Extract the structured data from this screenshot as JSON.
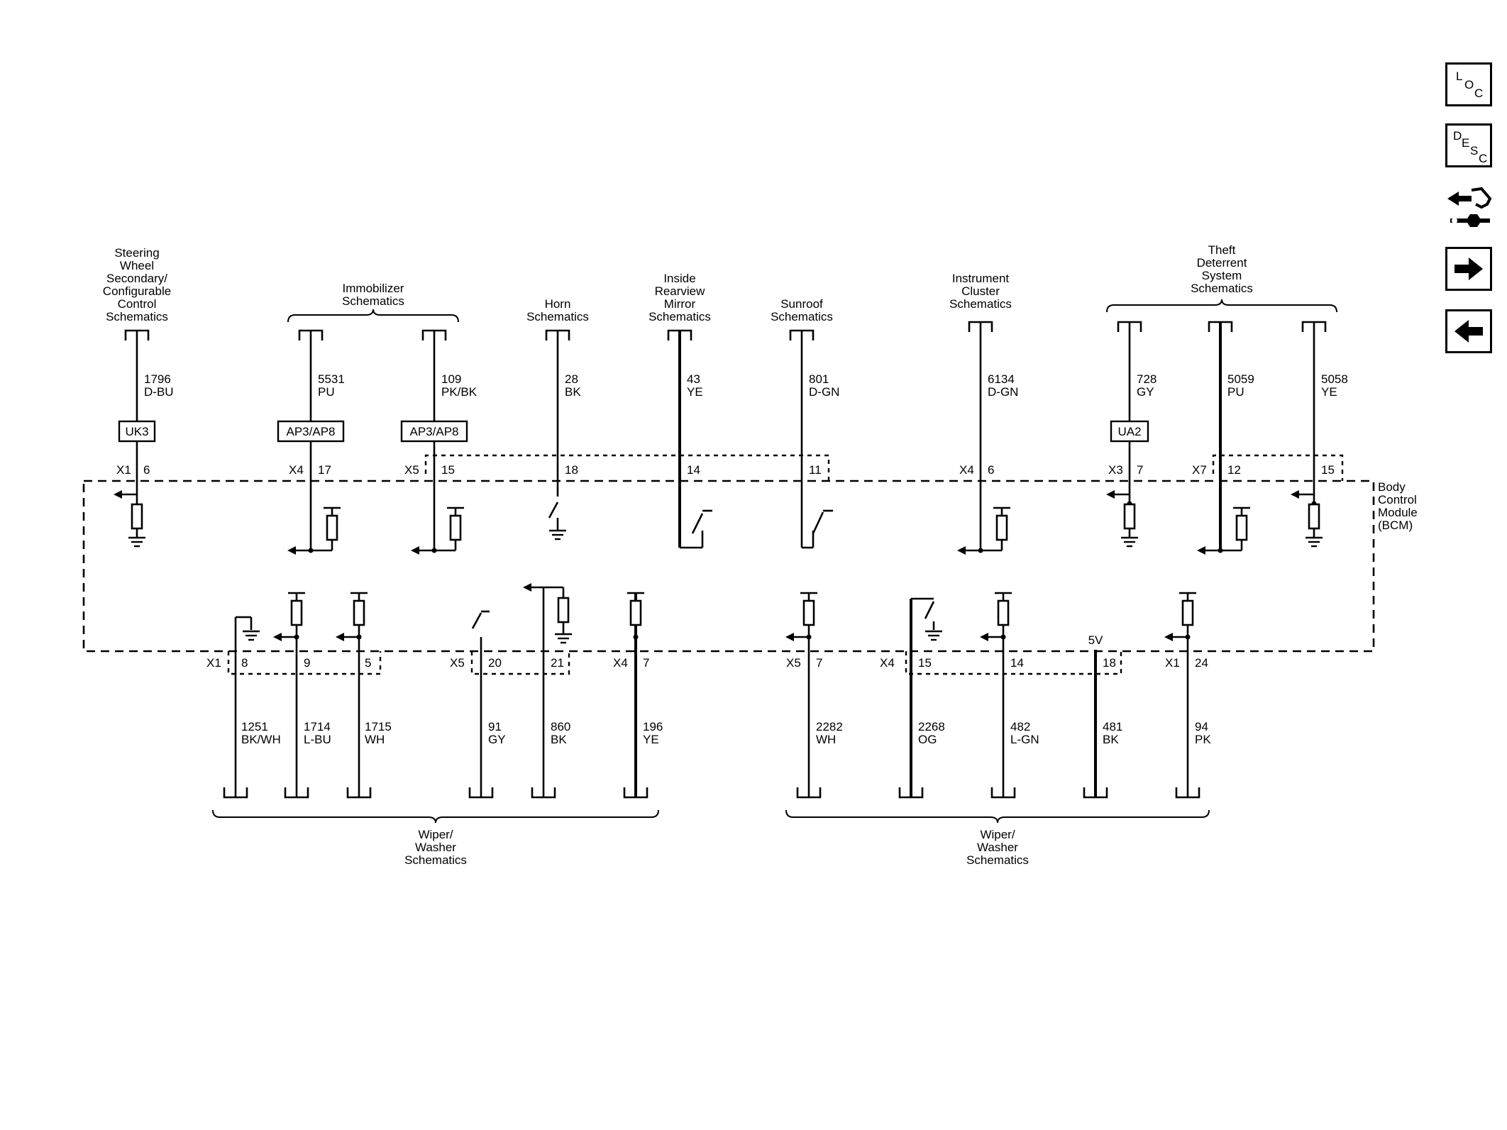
{
  "nav": {
    "loc": [
      "L",
      "O",
      "C"
    ],
    "desc": [
      "D",
      "E",
      "S",
      "C"
    ]
  },
  "module": [
    "Body",
    "Control",
    "Module",
    "(BCM)"
  ],
  "top": {
    "steering": {
      "title": [
        "Steering",
        "Wheel",
        "Secondary/",
        "Configurable",
        "Control",
        "Schematics"
      ],
      "circuit": "1796",
      "color": "D-BU",
      "box": "UK3",
      "conn": "X1",
      "pin": "6"
    },
    "immobilizer": {
      "title": [
        "Immobilizer",
        "Schematics"
      ],
      "a": {
        "circuit": "5531",
        "color": "PU",
        "box": "AP3/AP8",
        "conn": "X4",
        "pin": "17"
      },
      "b": {
        "circuit": "109",
        "color": "PK/BK",
        "box": "AP3/AP8",
        "conn": "X5",
        "pin": "15"
      }
    },
    "horn": {
      "title": [
        "Horn",
        "Schematics"
      ],
      "circuit": "28",
      "color": "BK",
      "pin": "18"
    },
    "mirror": {
      "title": [
        "Inside",
        "Rearview",
        "Mirror",
        "Schematics"
      ],
      "circuit": "43",
      "color": "YE",
      "pin": "14"
    },
    "sunroof": {
      "title": [
        "Sunroof",
        "Schematics"
      ],
      "circuit": "801",
      "color": "D-GN",
      "pin": "11"
    },
    "cluster": {
      "title": [
        "Instrument",
        "Cluster",
        "Schematics"
      ],
      "circuit": "6134",
      "color": "D-GN",
      "conn": "X4",
      "pin": "6"
    },
    "theft": {
      "title": [
        "Theft",
        "Deterrent",
        "System",
        "Schematics"
      ],
      "a": {
        "circuit": "728",
        "color": "GY",
        "box": "UA2",
        "conn": "X3",
        "pin": "7"
      },
      "b": {
        "circuit": "5059",
        "color": "PU",
        "conn": "X7",
        "pin": "12"
      },
      "c": {
        "circuit": "5058",
        "color": "YE",
        "pin": "15"
      }
    }
  },
  "bottom": {
    "left": {
      "title": [
        "Wiper/",
        "Washer",
        "Schematics"
      ],
      "w1": {
        "conn": "X1",
        "pin": "8",
        "circuit": "1251",
        "color": "BK/WH"
      },
      "w2": {
        "pin": "9",
        "circuit": "1714",
        "color": "L-BU"
      },
      "w3": {
        "pin": "5",
        "circuit": "1715",
        "color": "WH"
      },
      "w4": {
        "conn": "X5",
        "pin": "20",
        "circuit": "91",
        "color": "GY"
      },
      "w5": {
        "pin": "21",
        "circuit": "860",
        "color": "BK"
      },
      "w6": {
        "conn": "X4",
        "pin": "7",
        "circuit": "196",
        "color": "YE"
      }
    },
    "right": {
      "title": [
        "Wiper/",
        "Washer",
        "Schematics"
      ],
      "w1": {
        "conn": "X5",
        "pin": "7",
        "circuit": "2282",
        "color": "WH"
      },
      "w2": {
        "conn": "X4",
        "pin": "15",
        "circuit": "2268",
        "color": "OG"
      },
      "w3": {
        "pin": "14",
        "circuit": "482",
        "color": "L-GN"
      },
      "w4": {
        "pin": "18",
        "circuit": "481",
        "color": "BK",
        "volt": "5V"
      },
      "w5": {
        "conn": "X1",
        "pin": "24",
        "circuit": "94",
        "color": "PK"
      }
    }
  }
}
